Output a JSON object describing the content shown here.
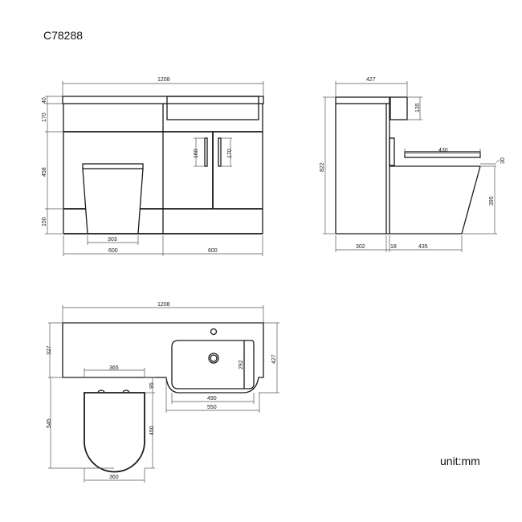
{
  "product_code": "C78288",
  "unit_label": "unit:mm",
  "front_view": {
    "overall_width": "1208",
    "worktop_height": "40",
    "upper_height": "170",
    "door_height": "458",
    "plinth_height": "150",
    "left_width": "600",
    "right_width": "600",
    "pan_width": "303",
    "handle_left": "160",
    "handle_right": "170"
  },
  "side_view": {
    "depth": "427",
    "basin_height": "135",
    "total_height": "822",
    "seat_length": "430",
    "seat_thickness": "30",
    "pan_height": "395",
    "unit_depth": "302",
    "panel": "18",
    "pan_projection": "435"
  },
  "plan_view": {
    "overall_width": "1208",
    "left_depth": "327",
    "right_depth": "427",
    "basin_depth": "292",
    "basin_inner": "490",
    "basin_outer": "550",
    "cistern_width": "365",
    "hinge_offset": "95",
    "pan_length": "450",
    "total_depth": "545",
    "seat_width": "360"
  }
}
